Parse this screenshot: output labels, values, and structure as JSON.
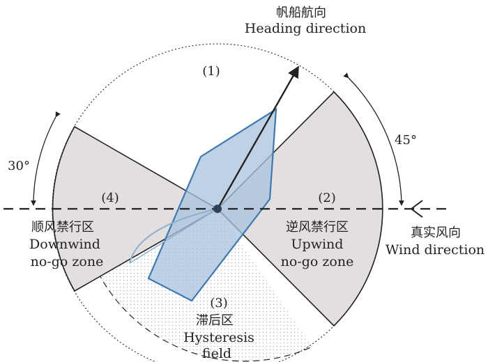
{
  "heading": {
    "cn": "帆船航向",
    "en": "Heading direction"
  },
  "wind": {
    "cn": "真实风向",
    "en": "Wind direction"
  },
  "regions": {
    "r1": {
      "num": "(1)"
    },
    "r2": {
      "num": "(2)",
      "cn": "逆风禁行区",
      "en1": "Upwind",
      "en2": "no-go zone"
    },
    "r3": {
      "num": "(3)",
      "cn": "滞后区",
      "en1": "Hysteresis",
      "en2": "field"
    },
    "r4": {
      "num": "(4)",
      "cn": "顺风禁行区",
      "en1": "Downwind",
      "en2": "no-go zone"
    }
  },
  "angles": {
    "upwind": "45°",
    "downwind": "30°"
  },
  "colors": {
    "sector_fill": "#e3dfdf",
    "hull_fill": "#a9c3dc",
    "hull_stroke": "#3b79b5",
    "hysteresis_dots": "#b9b4b4"
  }
}
